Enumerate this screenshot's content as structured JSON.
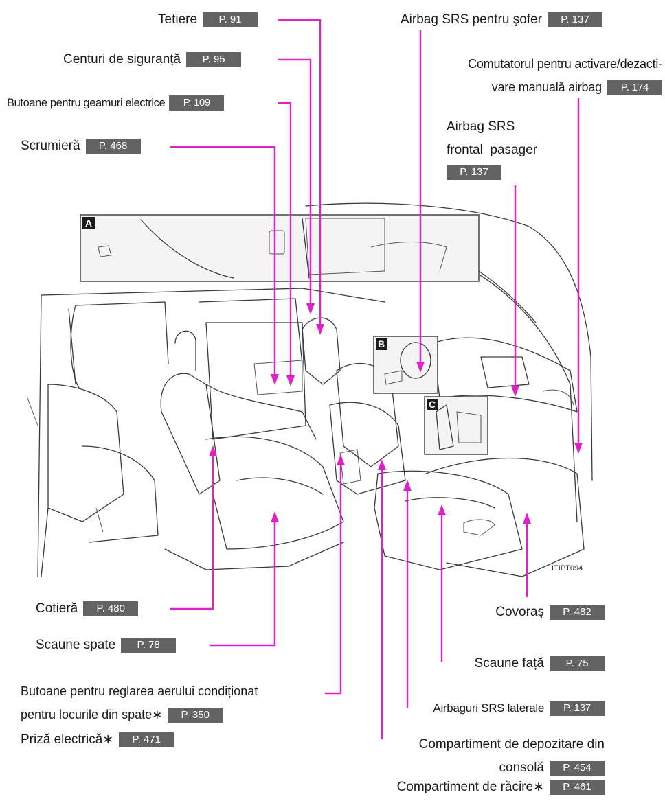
{
  "labels": {
    "headrests": {
      "text": "Tetiere",
      "page": "P. 91"
    },
    "seat_belts": {
      "text": "Centuri de siguranță",
      "page": "P. 95"
    },
    "power_window": {
      "text": "Butoane pentru geamuri electrice",
      "page": "P. 109"
    },
    "ashtray": {
      "text": "Scrumieră",
      "page": "P. 468"
    },
    "driver_airbag": {
      "text": "Airbag SRS pentru şofer",
      "page": "P. 137"
    },
    "airbag_switch": {
      "line1": "Comutatorul pentru activare/dezacti-",
      "line2": "vare manuală airbag",
      "page": "P. 174"
    },
    "passenger_airbag": {
      "line1": "Airbag SRS",
      "line2": "frontal  pasager",
      "page": "P. 137"
    },
    "armrest": {
      "text": "Cotieră",
      "page": "P. 480"
    },
    "rear_seats": {
      "text": "Scaune spate",
      "page": "P. 78"
    },
    "rear_ac": {
      "line1": "Butoane pentru reglarea aerului condiționat",
      "line2": "pentru locurile din spate∗",
      "page": "P. 350"
    },
    "power_outlet": {
      "text": "Priză electrică∗",
      "page": "P. 471"
    },
    "floor_mat": {
      "text": "Covoraş",
      "page": "P. 482"
    },
    "front_seats": {
      "text": "Scaune față",
      "page": "P. 75"
    },
    "side_airbags": {
      "text": "Airbaguri SRS laterale",
      "page": "P. 137"
    },
    "console_box": {
      "line1": "Compartiment de depozitare din",
      "line2": "consolă",
      "page": "P. 454"
    },
    "cool_box": {
      "text": "Compartiment de răcire∗",
      "page": "P. 461"
    }
  },
  "insets": {
    "a": "A",
    "b": "B",
    "c": "C"
  },
  "figure_code": "ITIPT094",
  "colors": {
    "leader": "#e020c8",
    "badge": "#636363"
  }
}
